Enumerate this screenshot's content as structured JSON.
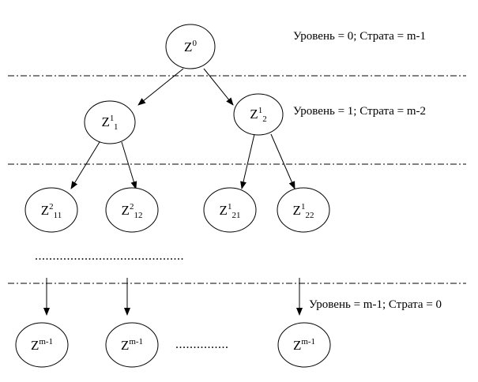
{
  "nodes": [
    {
      "id": "root",
      "base": "Z",
      "sup": "0",
      "sub": ""
    },
    {
      "id": "n1_1",
      "base": "Z",
      "sup": "1",
      "sub": "1"
    },
    {
      "id": "n1_2",
      "base": "Z",
      "sup": "1",
      "sub": "2"
    },
    {
      "id": "n2_11",
      "base": "Z",
      "sup": "2",
      "sub": "11"
    },
    {
      "id": "n2_12",
      "base": "Z",
      "sup": "2",
      "sub": "12"
    },
    {
      "id": "n2_21",
      "base": "Z",
      "sup": "1",
      "sub": "21"
    },
    {
      "id": "n2_22",
      "base": "Z",
      "sup": "1",
      "sub": "22"
    },
    {
      "id": "nm_a",
      "base": "Z",
      "sup": "m-1",
      "sub": ""
    },
    {
      "id": "nm_b",
      "base": "Z",
      "sup": "m-1",
      "sub": ""
    },
    {
      "id": "nm_c",
      "base": "Z",
      "sup": "m-1",
      "sub": ""
    }
  ],
  "level_labels": [
    "Уровень = 0; Страта = m-1",
    "Уровень = 1; Страта = m-2",
    "Уровень = m-1; Страта = 0"
  ],
  "ellipsis": {
    "middle_row": "..........................................",
    "bottom_row": "..............."
  }
}
